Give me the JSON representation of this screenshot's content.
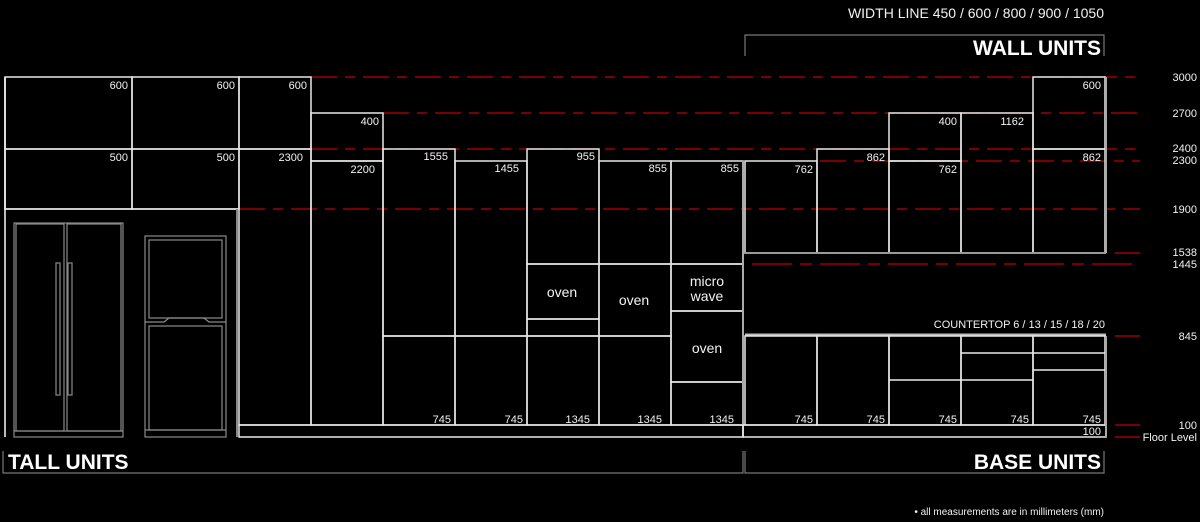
{
  "header": {
    "width_line": "WIDTH LINE 450 / 600 / 800 / 900 / 1050",
    "wall_units": "WALL UNITS",
    "tall_units": "TALL UNITS",
    "base_units": "BASE UNITS",
    "countertop": "COUNTERTOP 6 / 13 / 15 / 18 / 20",
    "footnote": "• all measurements are in millimeters (mm)"
  },
  "levels": [
    "3000",
    "2700",
    "2400",
    "2300",
    "1900",
    "1538",
    "1445",
    "845",
    "100",
    "Floor Level"
  ],
  "tall": {
    "top_row": [
      "600",
      "600",
      "600",
      "400"
    ],
    "second_row": [
      "500",
      "500",
      "2300",
      "2200",
      "1555",
      "1455",
      "955",
      "855",
      "855"
    ],
    "base_row": [
      "745",
      "745",
      "1345",
      "1345",
      "1345"
    ],
    "appliances": {
      "oven1": "oven",
      "oven2": "oven",
      "microwave_line1": "micro",
      "microwave_line2": "wave",
      "oven3": "oven"
    }
  },
  "wall": {
    "top_row": [
      "400",
      "1162",
      "600"
    ],
    "second_row": [
      "762",
      "862",
      "762",
      "862"
    ]
  },
  "base": {
    "values": [
      "745",
      "745",
      "745",
      "745",
      "745"
    ],
    "plinth": "100"
  },
  "colors": {
    "guide": "#c00000",
    "guide_dark": "#7a0000",
    "line": "#e8e8e8",
    "appliance": "#8a8a8a"
  }
}
